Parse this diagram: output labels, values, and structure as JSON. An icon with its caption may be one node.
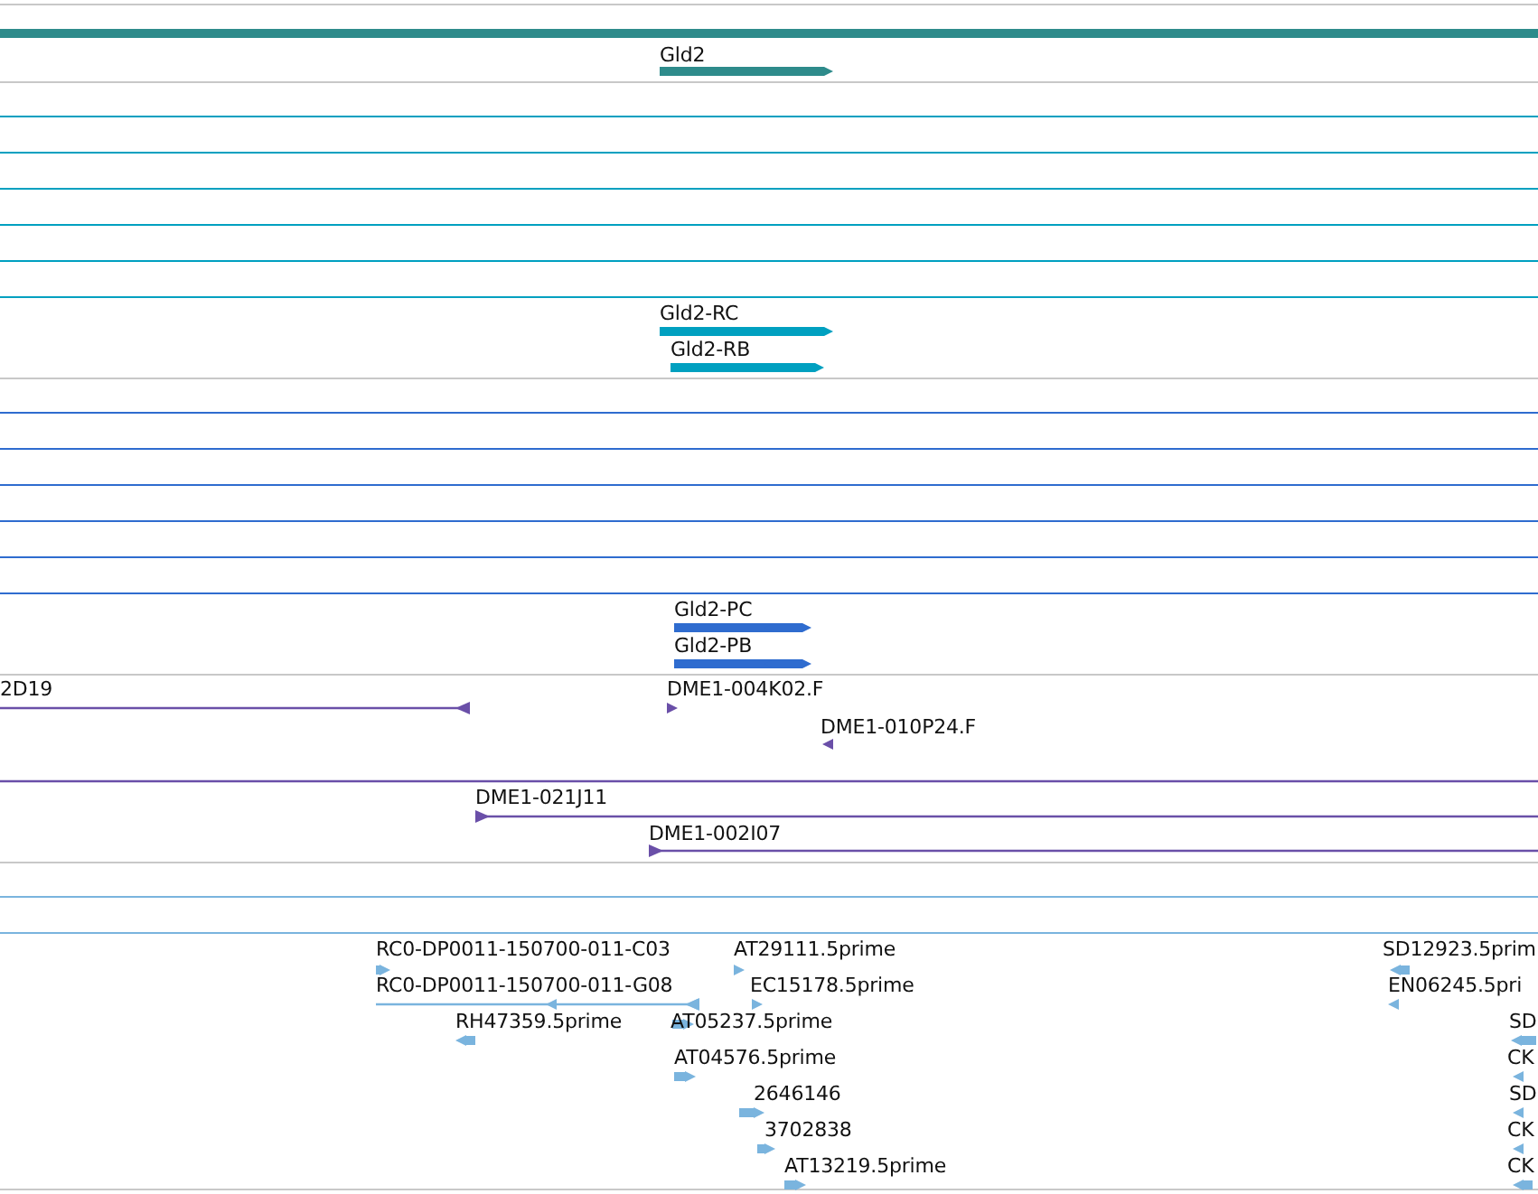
{
  "diagram": {
    "labels": [
      "Gld2",
      "Gld2-RC",
      "Gld2-RB",
      "Gld2-PC",
      "Gld2-PB",
      "2D19",
      "DME1-004K02.F",
      "DME1-010P24.F",
      "DME1-021J11",
      "DME1-002I07",
      "RC0-DP0011-150700-011-C03",
      "AT29111.5prime",
      "SD12923.5prim",
      "RC0-DP0011-150700-011-G08",
      "EC15178.5prime",
      "EN06245.5pri",
      "RH47359.5prime",
      "AT05237.5prime",
      "SD",
      "AT04576.5prime",
      "CK",
      "2646146",
      "SD",
      "3702838",
      "CK",
      "AT13219.5prime",
      "CK"
    ]
  }
}
